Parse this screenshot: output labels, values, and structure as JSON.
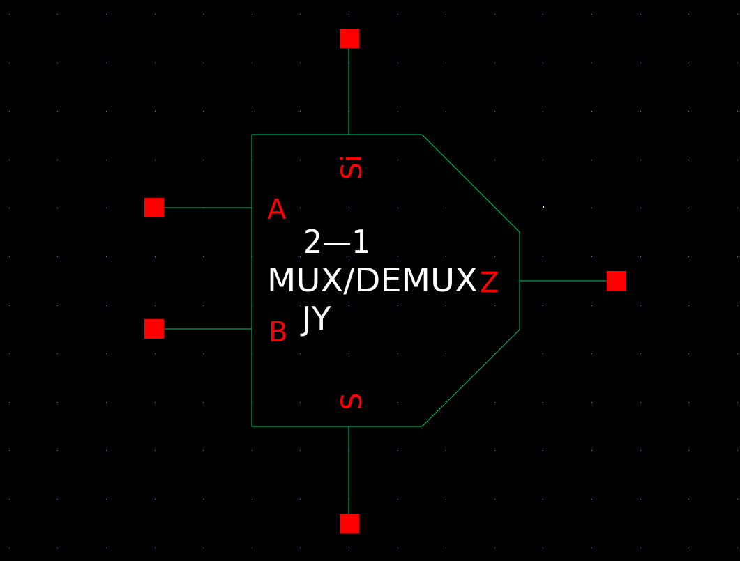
{
  "view": "symbol",
  "colors": {
    "background": "#000000",
    "outline": "#00c864",
    "pin": "#ff0000",
    "pin_label": "#ff0000",
    "text": "#ffffff",
    "grid": "#6f7fa8"
  },
  "symbol": {
    "title_line1": "2—1",
    "title_line2": "MUX/DEMUX",
    "title_line3": "JY"
  },
  "pins": [
    {
      "name": "Si",
      "side": "top"
    },
    {
      "name": "A",
      "side": "left"
    },
    {
      "name": "B",
      "side": "left"
    },
    {
      "name": "Z",
      "side": "right"
    },
    {
      "name": "S",
      "side": "bottom"
    }
  ]
}
